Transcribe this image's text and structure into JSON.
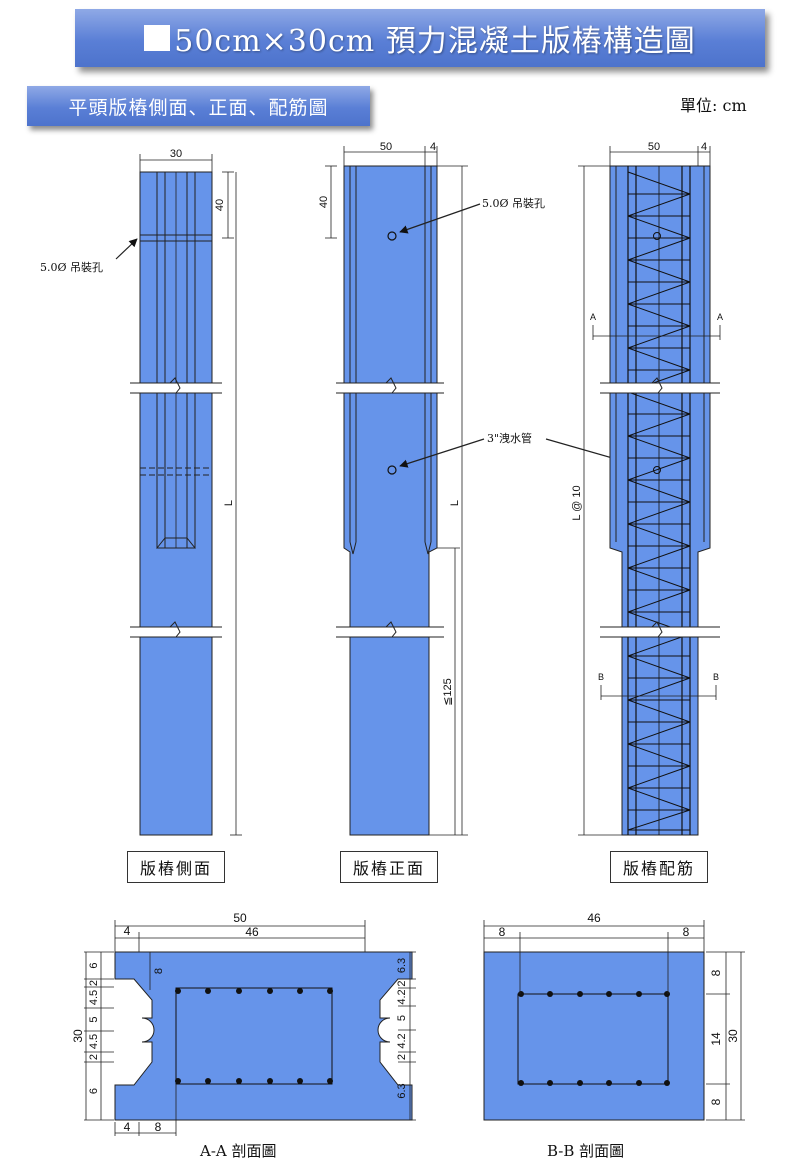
{
  "title": "50cm×30cm 預力混凝土版樁構造圖",
  "subtitle": "平頭版樁側面、正面、配筋圖",
  "unit_label": "單位: cm",
  "colors": {
    "pile_fill": "#6694ea",
    "banner": "#5a7fd6",
    "line": "#111111"
  },
  "views": {
    "side": {
      "caption": "版樁側面",
      "dim_width": "30",
      "dim_40": "40",
      "dim_L": "L",
      "hole_label": "5.0Ø 吊裝孔"
    },
    "front": {
      "caption": "版樁正面",
      "dim_width": "50",
      "dim_edge": "4",
      "dim_40": "40",
      "dim_L": "L",
      "dim_125": "≦125",
      "hole_label": "5.0Ø 吊裝孔",
      "pipe_label": "3\"洩水管"
    },
    "rebar": {
      "caption": "版樁配筋",
      "dim_width": "50",
      "dim_edge": "4",
      "dim_L": "L @ 10",
      "section_a": "A",
      "section_b": "B"
    }
  },
  "section_aa": {
    "caption": "A-A 剖面圖",
    "top_total": "50",
    "top_left": "4",
    "top_mid": "46",
    "bottom_left": "4",
    "bottom_mid": "8",
    "inner_8": "8",
    "left_total": "30",
    "left_dims": [
      "6",
      "2",
      "4.5",
      "5",
      "4.5",
      "2",
      "6"
    ],
    "right_dims": [
      "6.3",
      "2",
      "4.2",
      "5",
      "4.2",
      "2",
      "6.3"
    ]
  },
  "section_bb": {
    "caption": "B-B 剖面圖",
    "top_total": "46",
    "top_left": "8",
    "top_right": "8",
    "right_total": "30",
    "right_dims": [
      "8",
      "14",
      "8"
    ]
  }
}
